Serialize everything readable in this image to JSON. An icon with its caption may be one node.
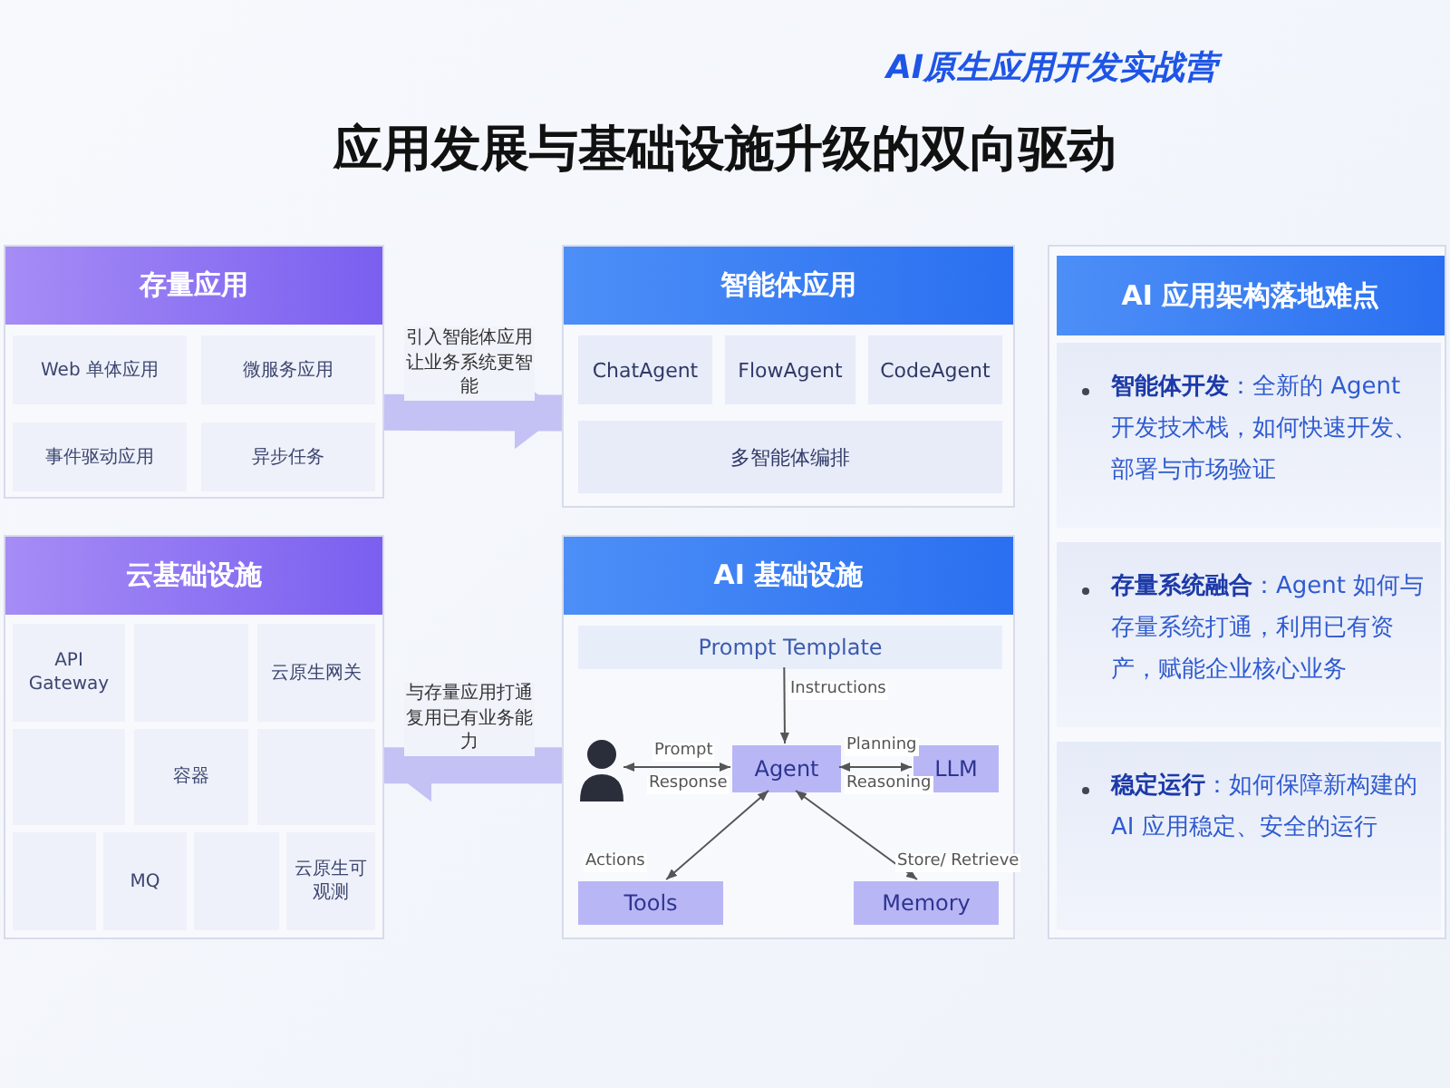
{
  "diagram": {
    "title": "应用发展与基础设施升级的双向驱动",
    "nodes": [
      {
        "text": [
          "存量应用"
        ]
      },
      {
        "text": [
          "Web 单体应用"
        ],
        "in": 0
      },
      {
        "text": [
          "微服务应用"
        ],
        "in": 0
      },
      {
        "text": [
          "事件驱动应用"
        ],
        "in": 0
      },
      {
        "text": [
          "异步任务"
        ],
        "in": 0
      },
      {
        "text": [
          "云基础设施"
        ]
      },
      {
        "text": [
          "API Gateway"
        ],
        "in": 5
      },
      {
        "text": [],
        "shape": "box",
        "in": 5
      },
      {
        "text": [
          "云原生网关"
        ],
        "in": 5
      },
      {
        "text": [],
        "shape": "box",
        "in": 5
      },
      {
        "text": [
          "容器"
        ],
        "in": 5
      },
      {
        "text": [],
        "shape": "box",
        "in": 5
      },
      {
        "text": [],
        "shape": "box",
        "in": 5
      },
      {
        "text": [
          "MQ"
        ],
        "in": 5
      },
      {
        "text": [],
        "shape": "box",
        "in": 5
      },
      {
        "text": [
          "云原生可观测"
        ],
        "in": 5
      },
      {
        "text": [
          "智能体应用"
        ]
      },
      {
        "text": [
          "ChatAgent"
        ],
        "in": 16
      },
      {
        "text": [
          "FlowAgent"
        ],
        "in": 16
      },
      {
        "text": [
          "CodeAgent"
        ],
        "in": 16
      },
      {
        "text": [
          "多智能体编排"
        ],
        "in": 16
      },
      {
        "text": [
          "AI 基础设施"
        ]
      },
      {
        "text": [
          "Prompt Template"
        ],
        "in": 21
      },
      {
        "text": [],
        "shape": "person",
        "in": 21
      },
      {
        "text": [
          "Agent"
        ],
        "in": 21
      },
      {
        "text": [
          "LLM"
        ],
        "in": 21
      },
      {
        "text": [
          "Tools"
        ],
        "in": 21
      },
      {
        "text": [
          "Memory"
        ],
        "in": 21
      },
      {
        "text": [
          "AI 应用架构落地难点"
        ]
      },
      {
        "text": [
          "**智能体开发**：全新的 Agent 开发技术栈，如何快速开发、部署与市场验证"
        ],
        "in": 28
      },
      {
        "text": [
          "**存量系统融合**：Agent 如何与存量系统打通，利用已有资产，赋能企业核心业务"
        ],
        "in": 28
      },
      {
        "text": [
          "**稳定运行**：如何保障新构建的 AI 应用稳定、安全的运行"
        ],
        "in": 28
      }
    ],
    "edges": [
      {
        "from": 0,
        "to": 16,
        "arrow": "to",
        "label": "引入智能体应用让业务系统更智能",
        "style": "thick",
        "color": "#c4c1f4"
      },
      {
        "from": 21,
        "to": 5,
        "arrow": "to",
        "label": "与存量应用打通复用已有业务能力",
        "style": "thick",
        "color": "#c4c1f4"
      },
      {
        "from": 22,
        "to": 24,
        "arrow": "to",
        "label": "Instructions"
      },
      {
        "from": 24,
        "to": 23,
        "arrow": "both",
        "label": "Prompt"
      },
      {
        "from": 24,
        "to": 25,
        "arrow": "both",
        "label": "Planning"
      },
      {
        "from": 24,
        "to": 26,
        "arrow": "both",
        "label": "Actions"
      },
      {
        "from": 24,
        "to": 27,
        "arrow": "both",
        "label": "Store/ Retrieve"
      }
    ],
    "labels": [
      "AI原生应用开发实战营",
      "Response",
      "Reasoning"
    ]
  }
}
